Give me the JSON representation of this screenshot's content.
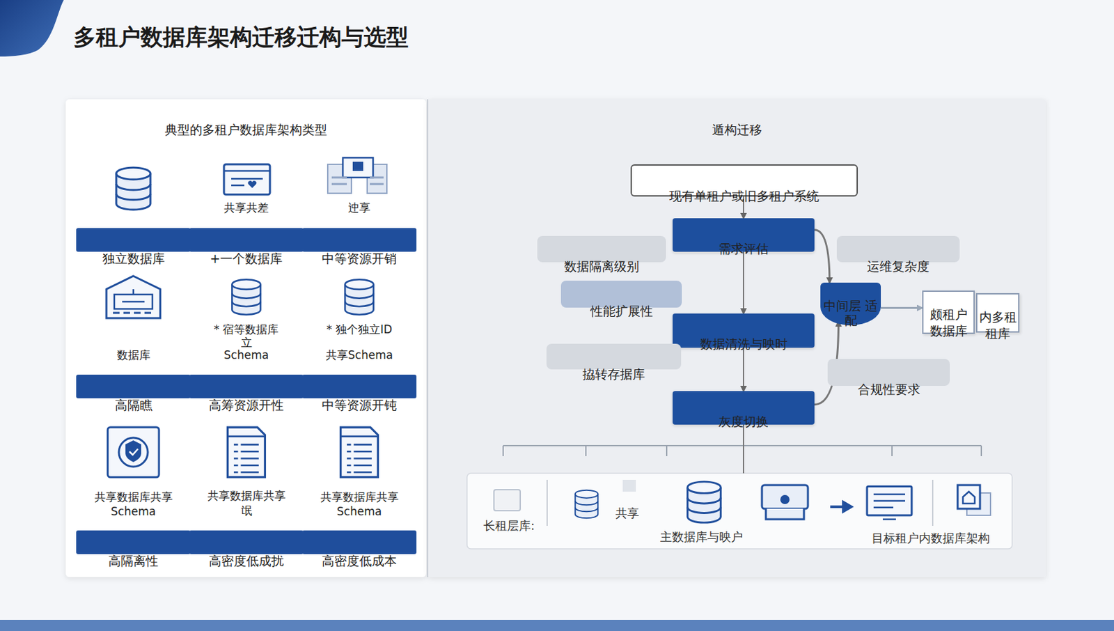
{
  "diagram": {
    "title": "多租户数据库架构迁移迁构与选型",
    "nodes": [
      {
        "text": [
          "典型的多租户数据库架构类型"
        ]
      },
      {
        "text": [
          "独立数据库"
        ],
        "in": 0
      },
      {
        "text": [
          "+一个数据库"
        ],
        "in": 0
      },
      {
        "text": [
          "中等资源开销"
        ],
        "in": 0
      },
      {
        "text": [
          "高隔瞧"
        ],
        "in": 0
      },
      {
        "text": [
          "高筹资源开性"
        ],
        "in": 0
      },
      {
        "text": [
          "中等资源开钝"
        ],
        "in": 0
      },
      {
        "text": [
          "高隔离性"
        ],
        "in": 0
      },
      {
        "text": [
          "高密度低成扰"
        ],
        "in": 0
      },
      {
        "text": [
          "高密度低成本"
        ],
        "in": 0
      },
      {
        "text": [
          "遁构迁移"
        ]
      },
      {
        "text": [
          "现有单租户或旧多租户系统"
        ],
        "in": 10
      },
      {
        "text": [
          "需求评估"
        ],
        "in": 10
      },
      {
        "text": [
          "数据隔离级别"
        ],
        "in": 10
      },
      {
        "text": [
          "运维复杂度"
        ],
        "in": 10
      },
      {
        "text": [
          "性能扩展性"
        ],
        "in": 10
      },
      {
        "text": [
          "中间层 适配"
        ],
        "in": 10
      },
      {
        "text": [
          "颇租户 数据库"
        ],
        "in": 10
      },
      {
        "text": [
          "内多租 租库"
        ],
        "in": 10
      },
      {
        "text": [
          "数据清洗与映时"
        ],
        "in": 10
      },
      {
        "text": [
          "拹转存据库"
        ],
        "in": 10
      },
      {
        "text": [
          "合规性要求"
        ],
        "in": 10
      },
      {
        "text": [
          "灰度切换"
        ],
        "in": 10
      },
      {
        "text": [
          "长租层库:",
          "共享",
          "主数据库与映户",
          "目标租户内数据库架构"
        ],
        "in": 10
      }
    ],
    "edges": [
      {
        "from": 11,
        "to": 12,
        "arrow": "to"
      },
      {
        "from": 12,
        "to": 19,
        "arrow": "to"
      },
      {
        "from": 19,
        "to": 22,
        "arrow": "to"
      },
      {
        "from": 12,
        "to": 16,
        "arrow": "to"
      },
      {
        "from": 22,
        "to": 16,
        "arrow": "to"
      },
      {
        "from": 16,
        "to": 17,
        "arrow": "to"
      },
      {
        "from": 22,
        "to": 23,
        "arrow": "none"
      }
    ],
    "labels": [
      "共享共差",
      "迚享",
      "数据库",
      "* 宿等数据库",
      "立",
      "Schema",
      "* 独个独立ID",
      "共享Schema",
      "共享数据库共享 Schema",
      "共享数据库共享 氓",
      "共享数据库共享 Schema"
    ]
  }
}
